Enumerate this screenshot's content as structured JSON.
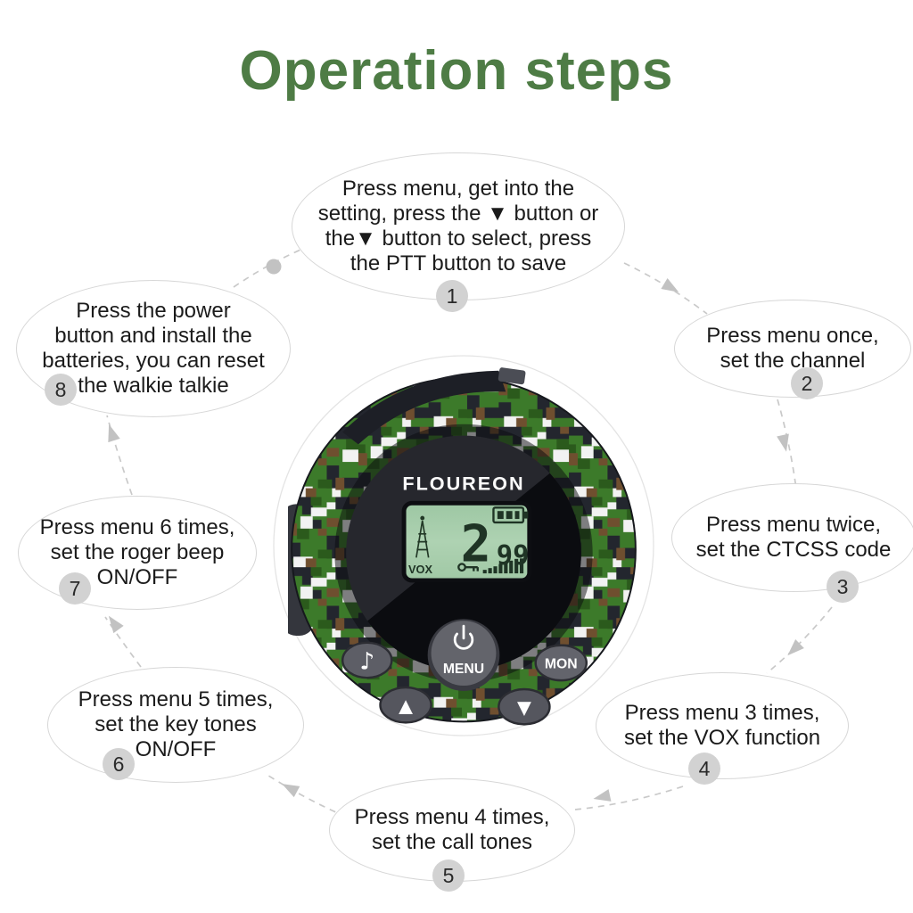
{
  "title": "Operation steps",
  "colors": {
    "title_green": "#4e7c45",
    "lcd_green": "#a5cba9",
    "camo_green": "#3c7a2a"
  },
  "steps": [
    {
      "num": "1",
      "text": "Press menu, get into the\nsetting, press the ▼ button or\nthe▼ button to select, press\nthe PTT button to save"
    },
    {
      "num": "2",
      "text": "Press menu once,\nset the channel"
    },
    {
      "num": "3",
      "text": "Press menu twice,\nset the CTCSS code"
    },
    {
      "num": "4",
      "text": "Press menu 3 times,\nset the VOX function"
    },
    {
      "num": "5",
      "text": "Press menu 4 times,\nset the call tones"
    },
    {
      "num": "6",
      "text": "Press menu 5 times,\nset the key tones\nON/OFF"
    },
    {
      "num": "7",
      "text": "Press menu 6 times,\nset the roger beep\nON/OFF"
    },
    {
      "num": "8",
      "text": "Press the power\nbutton and install the\nbatteries, you can reset\nthe walkie talkie"
    }
  ],
  "device": {
    "brand": "FLOUREON",
    "lcd": {
      "channel": "2",
      "ctcss": "99",
      "vox": "VOX"
    },
    "buttons": {
      "menu": "MENU",
      "mon": "MON",
      "music_icon": "♪",
      "up_icon": "▲",
      "down_icon": "▼"
    }
  }
}
